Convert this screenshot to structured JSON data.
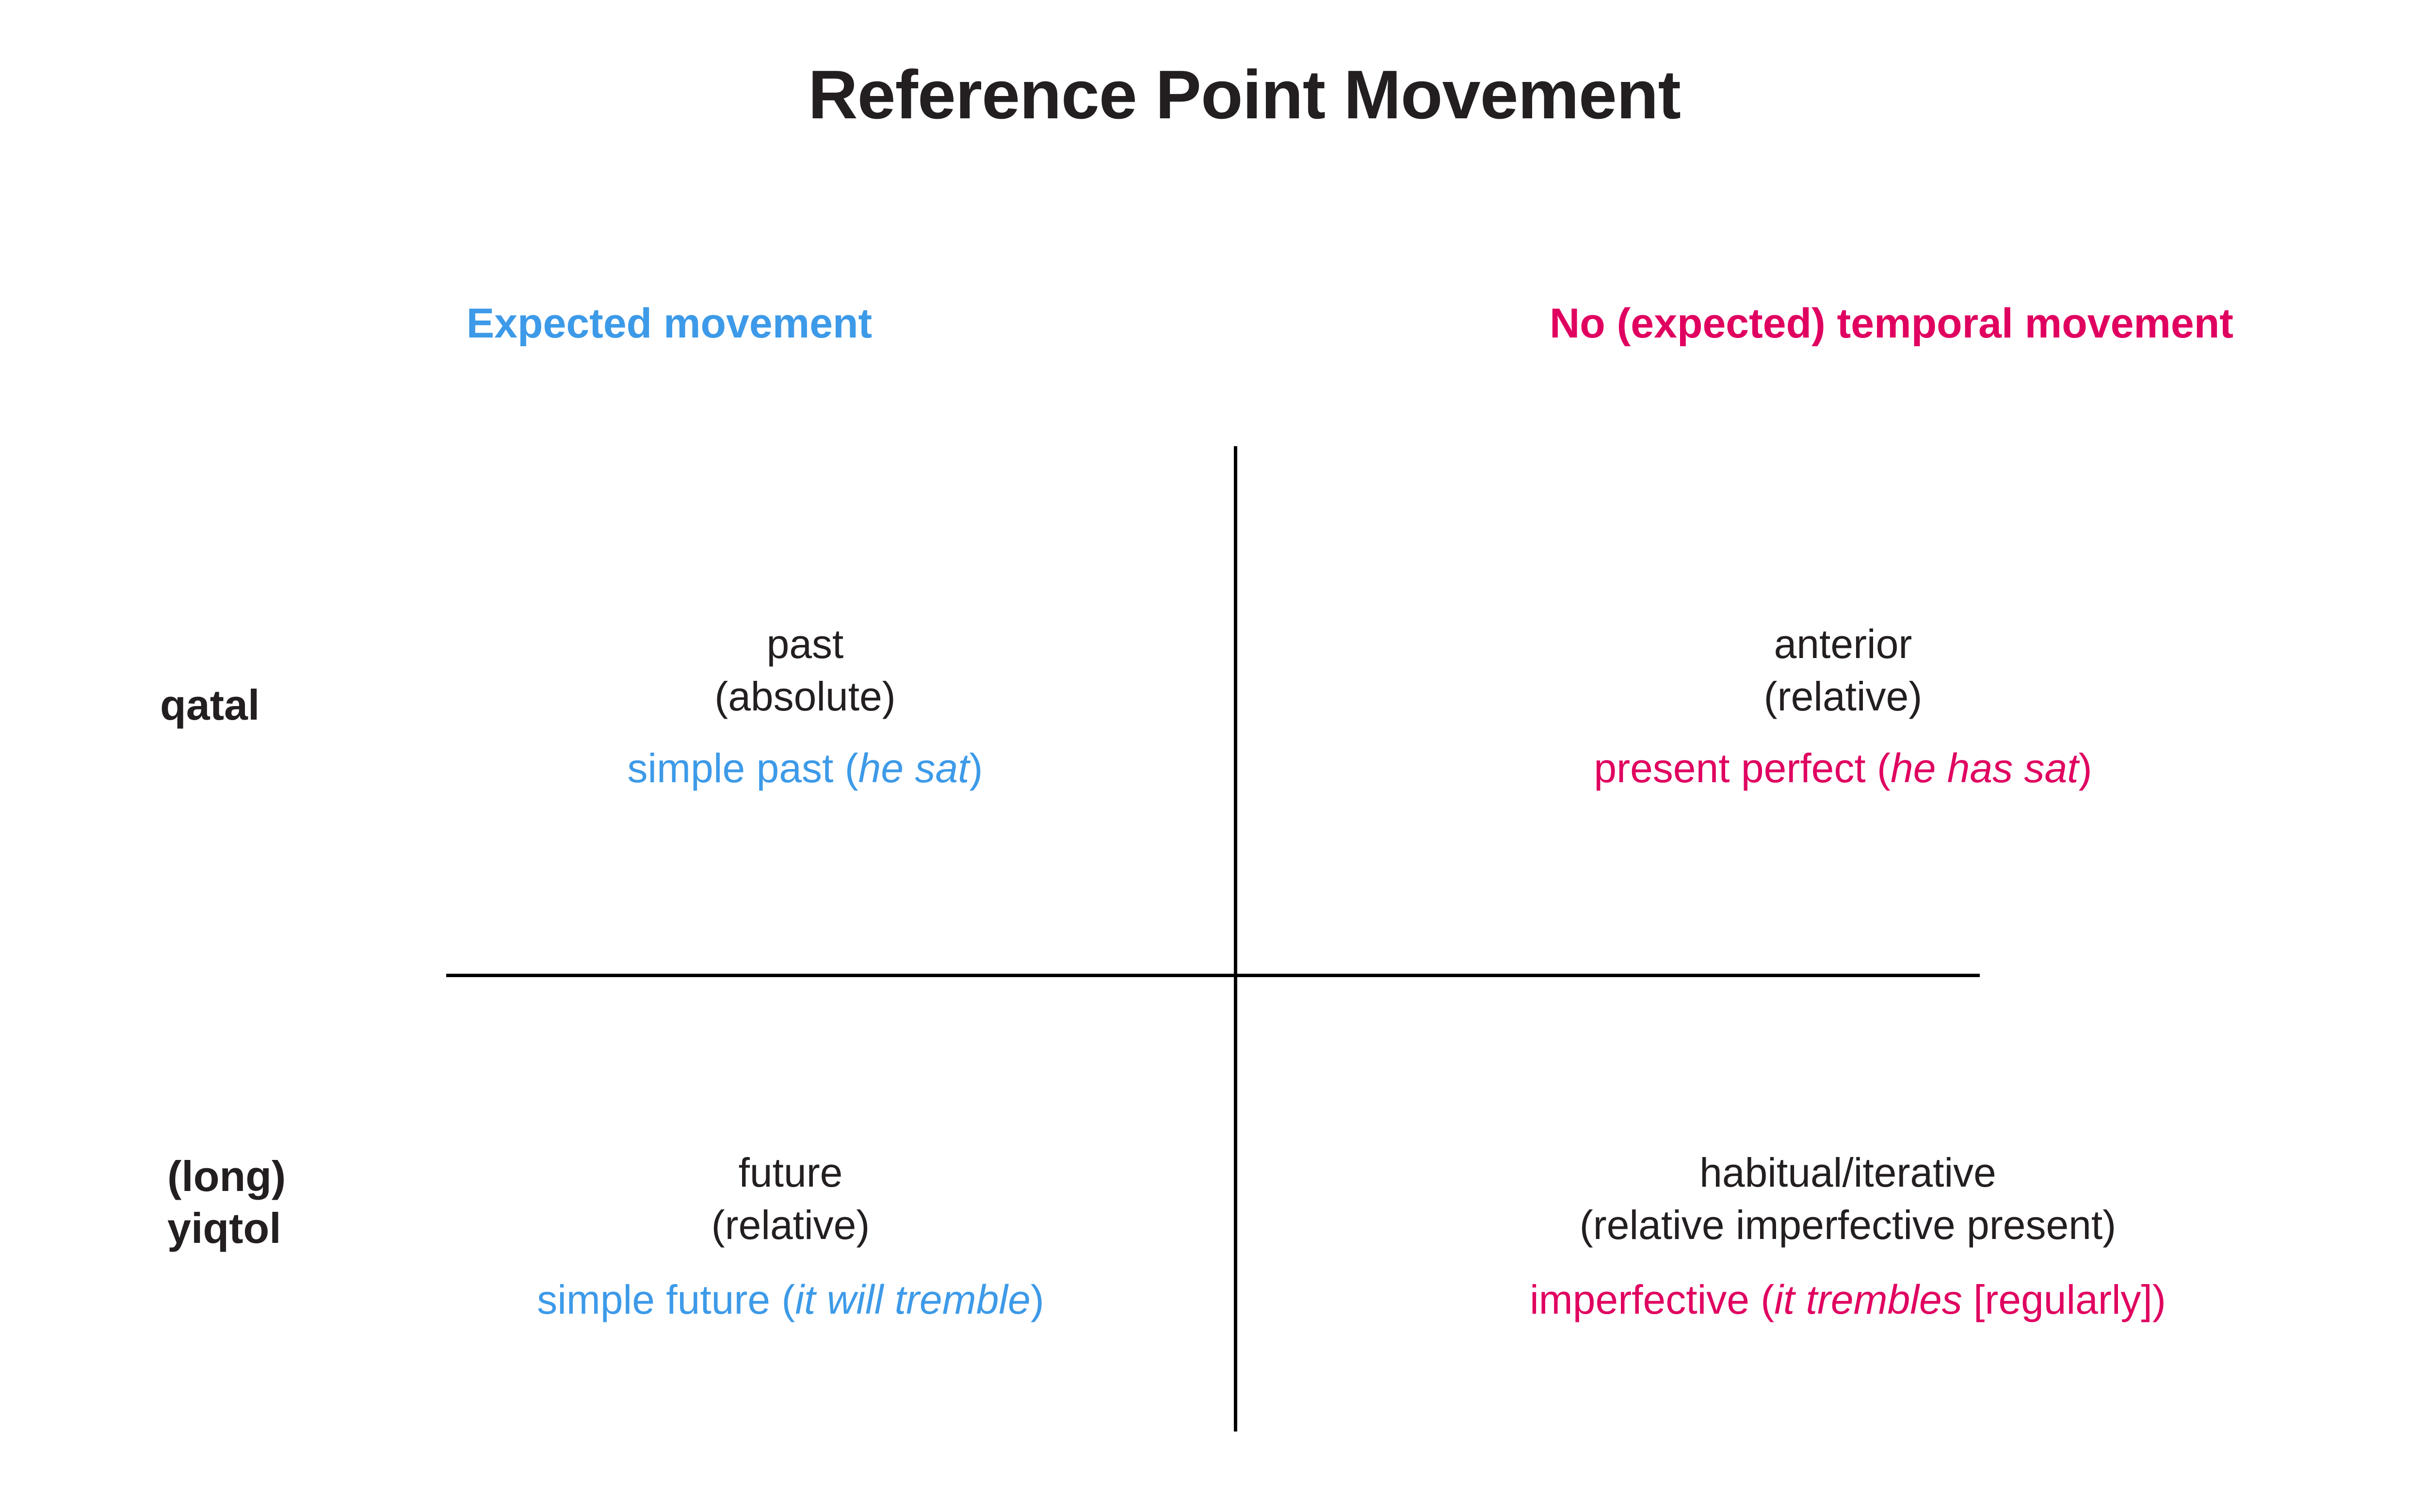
{
  "page": {
    "title": "Reference Point Movement",
    "background_color": "#ffffff",
    "text_color": "#231f20",
    "rule_color": "#000000"
  },
  "colors": {
    "expected_movement": "#3d9ae8",
    "no_temporal_movement": "#e00060",
    "neutral": "#231f20"
  },
  "columns": [
    {
      "key": "expected",
      "label": "Expected movement",
      "color": "#3d9ae8"
    },
    {
      "key": "no_movement",
      "label": "No (expected) temporal movement",
      "color": "#e00060"
    }
  ],
  "rows": [
    {
      "key": "qatal",
      "label_lines": [
        "qatal"
      ],
      "label": "qatal"
    },
    {
      "key": "yiqtol",
      "label_lines": [
        "(long)",
        "yiqtol"
      ],
      "label": "(long) yiqtol"
    }
  ],
  "cells": {
    "qatal_expected": {
      "gloss_line1": "past",
      "gloss_line2": "(absolute)",
      "example_prefix": "simple past (",
      "example_italic": "he sat",
      "example_suffix": ")",
      "example_full": "simple past (he sat)",
      "color": "#3d9ae8"
    },
    "qatal_no_movement": {
      "gloss_line1": "anterior",
      "gloss_line2": "(relative)",
      "example_prefix": "present perfect (",
      "example_italic": "he has sat",
      "example_suffix": ")",
      "example_full": "present perfect (he has sat)",
      "color": "#e00060"
    },
    "yiqtol_expected": {
      "gloss_line1": "future",
      "gloss_line2": "(relative)",
      "example_prefix": "simple future (",
      "example_italic": "it will tremble",
      "example_suffix": ")",
      "example_full": "simple future (it will tremble)",
      "color": "#3d9ae8"
    },
    "yiqtol_no_movement": {
      "gloss_line1": "habitual/iterative",
      "gloss_line2": "(relative imperfective present)",
      "example_prefix": "imperfective (",
      "example_italic": "it trembles",
      "example_bracket": " [regularly]",
      "example_suffix": ")",
      "example_full": "imperfective (it trembles [regularly])",
      "color": "#e00060"
    }
  }
}
